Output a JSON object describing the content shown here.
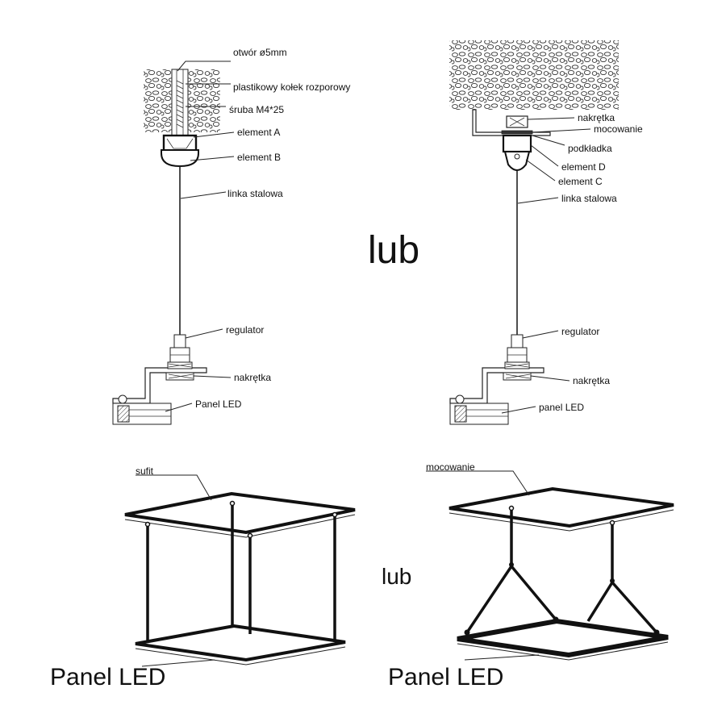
{
  "top_left": {
    "labels": {
      "hole": "otwór ø5mm",
      "plug": "plastikowy kołek rozporowy",
      "screw": "śruba M4*25",
      "element_a": "element A",
      "element_b": "element B",
      "wire": "linka stalowa",
      "regulator": "regulator",
      "nut": "nakrętka",
      "panel": "Panel LED"
    }
  },
  "top_right": {
    "labels": {
      "nut_top": "nakrętka",
      "mount": "mocowanie",
      "washer": "podkładka",
      "element_d": "element D",
      "element_c": "element C",
      "wire": "linka stalowa",
      "regulator": "regulator",
      "nut": "nakrętka",
      "panel": "panel LED"
    }
  },
  "or_top": "lub",
  "bottom_left": {
    "ceiling_label": "sufit",
    "panel_label": "Panel LED"
  },
  "or_bottom": "lub",
  "bottom_right": {
    "mount_label": "mocowanie",
    "panel_label": "Panel LED"
  }
}
